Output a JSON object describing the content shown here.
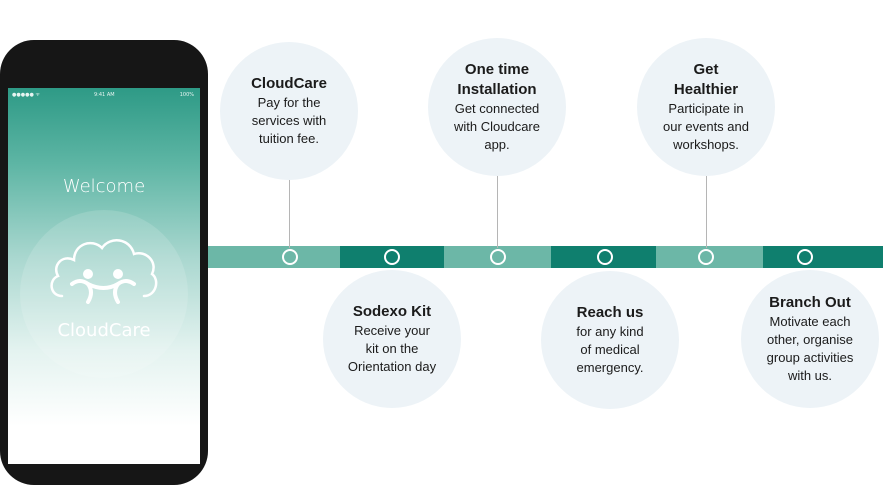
{
  "phone": {
    "status": {
      "carrier": "●●●●● ᯤ",
      "time": "9:41 AM",
      "battery": "100%"
    },
    "welcome": "Welcome",
    "brand": "CloudCare"
  },
  "colors": {
    "dark_teal": "#0f7f6e",
    "light_teal": "#6cb7a7",
    "bubble": "#edf3f7"
  },
  "steps": [
    {
      "title": "CloudCare",
      "desc": [
        "Pay for the",
        "services with",
        "tuition fee."
      ]
    },
    {
      "title": "Sodexo Kit",
      "desc": [
        "Receive your",
        "kit on the",
        "Orientation day"
      ]
    },
    {
      "title": "One time Installation",
      "desc": [
        "Get connected",
        "with Cloudcare",
        "app."
      ]
    },
    {
      "title": "Reach us",
      "desc": [
        "for any kind",
        "of medical",
        "emergency."
      ]
    },
    {
      "title": "Get Healthier",
      "desc": [
        "Participate in",
        "our events and",
        "workshops."
      ]
    },
    {
      "title": "Branch Out",
      "desc": [
        "Motivate each",
        "other, organise",
        "group activities",
        "with us."
      ]
    }
  ]
}
